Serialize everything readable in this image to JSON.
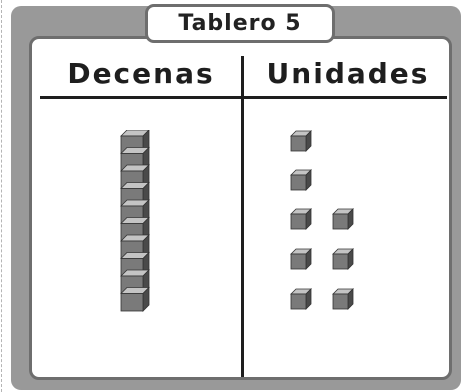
{
  "board": {
    "title": "Tablero 5",
    "tens_header": "Decenas",
    "ones_header": "Unidades"
  },
  "place_values": {
    "tens": 1,
    "ones": 8
  },
  "colors": {
    "frame": "#999999",
    "cube_front": "#7a7a7a",
    "cube_top": "#c4c4c4",
    "cube_side": "#4a4a4a"
  }
}
